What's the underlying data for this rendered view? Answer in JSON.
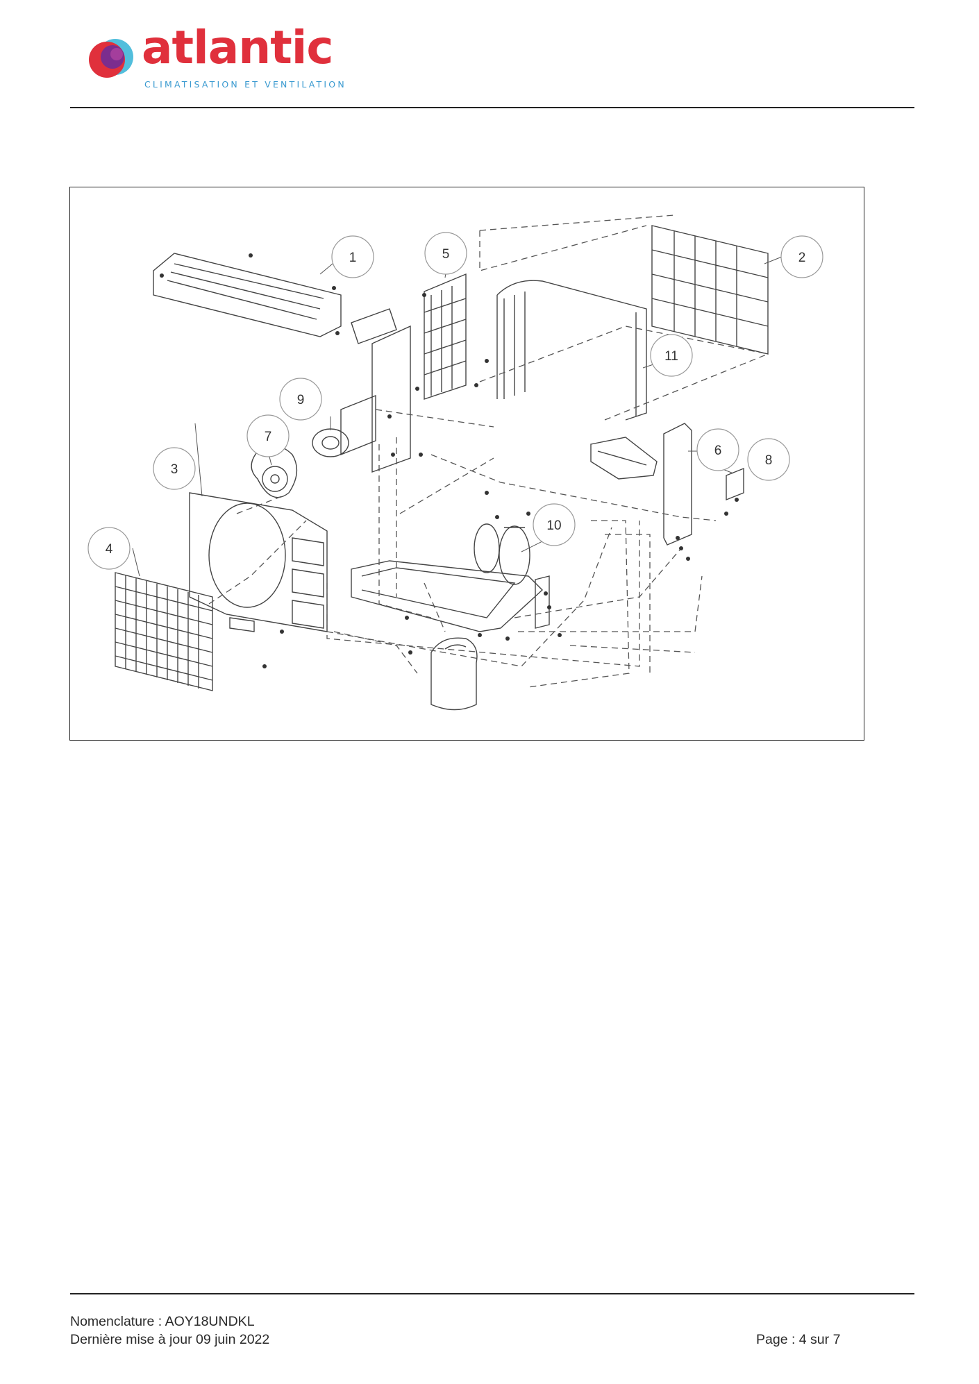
{
  "header": {
    "brand": "atlantic",
    "tagline": "CLIMATISATION ET VENTILATION",
    "colors": {
      "brand_red": "#e0303c",
      "brand_blue": "#3a9ad0",
      "brand_purple": "#7b2d8e"
    }
  },
  "diagram": {
    "callouts": [
      "1",
      "2",
      "3",
      "4",
      "5",
      "6",
      "7",
      "8",
      "9",
      "10",
      "11"
    ]
  },
  "footer": {
    "nomenclature": "Nomenclature : AOY18UNDKL",
    "updated": "Dernière mise à jour 09 juin 2022",
    "page": "Page : 4 sur 7"
  }
}
